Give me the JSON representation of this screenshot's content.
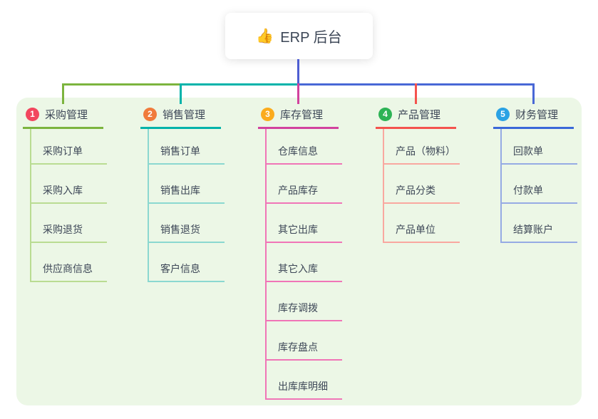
{
  "root": {
    "icon": "👍",
    "title": "ERP 后台"
  },
  "colors": {
    "panel_bg": "#ecf7e6",
    "text": "#3d4757",
    "trunk": "#4e5ed2",
    "connector_right": "#4968d6"
  },
  "branches": [
    {
      "num": "1",
      "label": "采购管理",
      "badge_color": "#f2465e",
      "line_color": "#7cb43e",
      "sub_line_color": "#b9dc92",
      "items": [
        "采购订单",
        "采购入库",
        "采购退货",
        "供应商信息"
      ]
    },
    {
      "num": "2",
      "label": "销售管理",
      "badge_color": "#f07b3c",
      "line_color": "#00b3aa",
      "sub_line_color": "#8bd8d0",
      "items": [
        "销售订单",
        "销售出库",
        "销售退货",
        "客户信息"
      ]
    },
    {
      "num": "3",
      "label": "库存管理",
      "badge_color": "#fbab1c",
      "line_color": "#d2429e",
      "sub_line_color": "#f075b7",
      "items": [
        "仓库信息",
        "产品库存",
        "其它出库",
        "其它入库",
        "库存调拨",
        "库存盘点",
        "出库库明细"
      ]
    },
    {
      "num": "4",
      "label": "产品管理",
      "badge_color": "#2db355",
      "line_color": "#f4534e",
      "sub_line_color": "#f9a8a0",
      "items": [
        "产品（物料）",
        "产品分类",
        "产品单位"
      ]
    },
    {
      "num": "5",
      "label": "财务管理",
      "badge_color": "#2aa2e4",
      "line_color": "#3a68d8",
      "sub_line_color": "#96abe4",
      "items": [
        "回款单",
        "付款单",
        "结算账户"
      ]
    }
  ]
}
